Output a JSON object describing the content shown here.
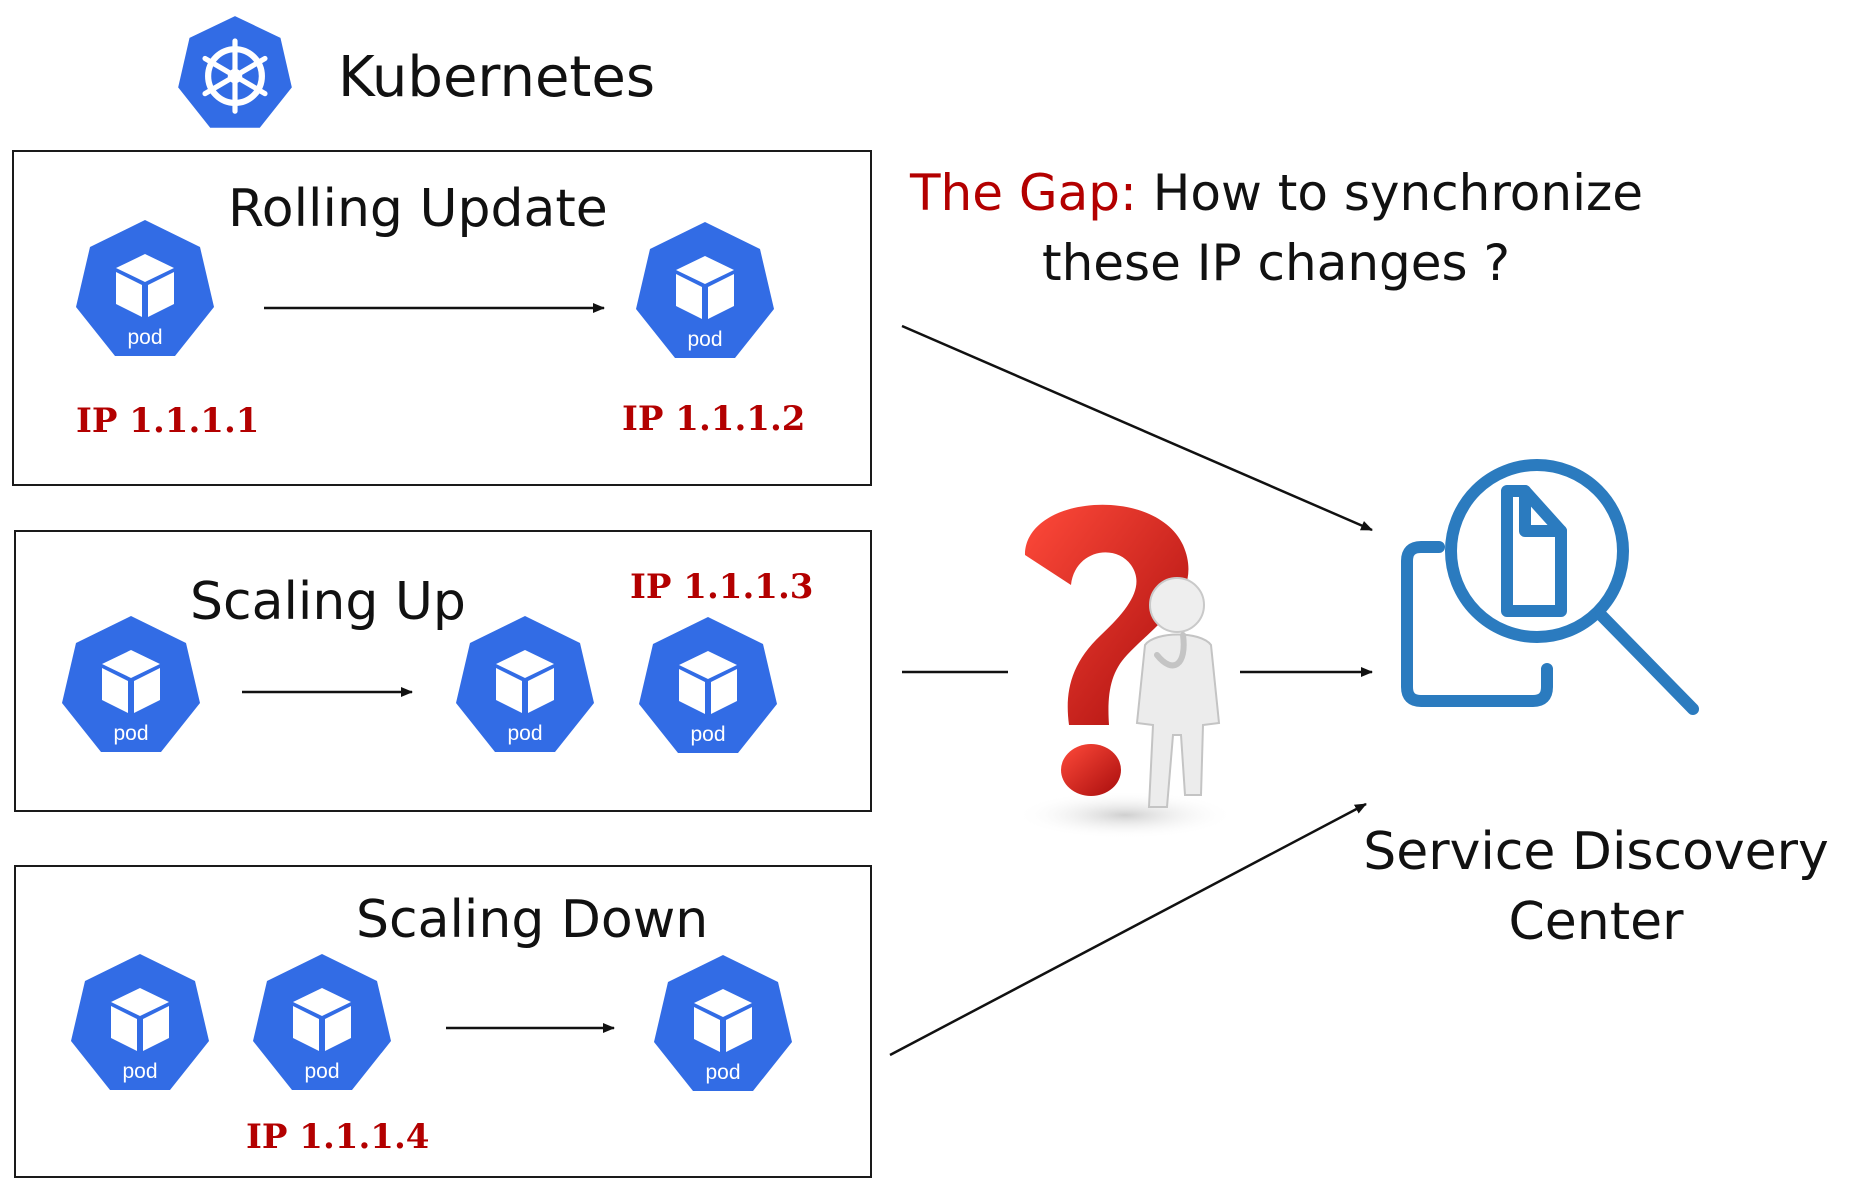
{
  "header": {
    "title": "Kubernetes",
    "logo_icon": "kubernetes-helm-icon",
    "logo_color": "#326ce5"
  },
  "pod_label": "pod",
  "pod_icon": "pod-cube-icon",
  "pod_color": "#326ce5",
  "panels": {
    "rolling": {
      "title": "Rolling Update",
      "ip_old": "IP 1.1.1.1",
      "ip_new": "IP 1.1.1.2"
    },
    "scaling_up": {
      "title": "Scaling Up",
      "ip_new": "IP 1.1.1.3"
    },
    "scaling_down": {
      "title": "Scaling Down",
      "ip_removed": "IP 1.1.1.4"
    }
  },
  "gap": {
    "prefix": "The Gap:",
    "line1": "How to synchronize",
    "line2": "these IP changes ?"
  },
  "service_discovery": {
    "line1": "Service Discovery",
    "line2": "Center",
    "icon": "document-search-icon",
    "icon_color": "#2b7bbf"
  },
  "question_figure": {
    "icon": "question-mark-person-icon",
    "mark_color": "#d61f1f"
  },
  "colors": {
    "ip_text": "#b30000",
    "gap_prefix": "#b30000",
    "arrow": "#111111"
  }
}
